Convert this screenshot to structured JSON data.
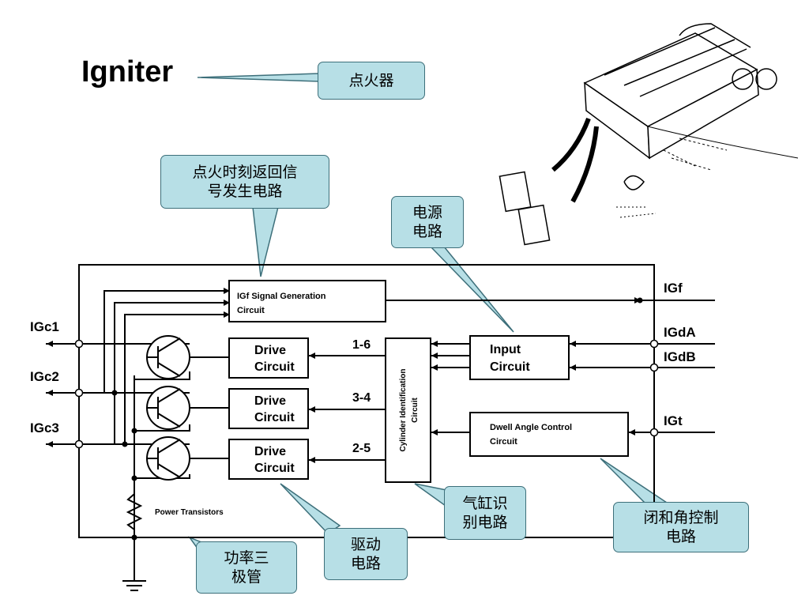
{
  "title": "Igniter",
  "callouts": {
    "igniter": "点火器",
    "igf_gen": "点火时刻返回信\n号发生电路",
    "power": "电源\n电路",
    "cyl_id": "气缸识\n别电路",
    "dwell": "闭和角控制\n电路",
    "drive": "驱动\n电路",
    "transistors": "功率三\n极管"
  },
  "blocks": {
    "igf_gen": [
      "IGf Signal Generation",
      "Circuit"
    ],
    "drive1": [
      "Drive",
      "Circuit"
    ],
    "drive2": [
      "Drive",
      "Circuit"
    ],
    "drive3": [
      "Drive",
      "Circuit"
    ],
    "input": [
      "Input",
      "Circuit"
    ],
    "dwell": [
      "Dwell Angle Control",
      "Circuit"
    ],
    "cyl_id": [
      "Cylinder Identification",
      "Circuit"
    ]
  },
  "signals": {
    "igc1": "IGc1",
    "igc2": "IGc2",
    "igc3": "IGc3",
    "igf": "IGf",
    "igda": "IGdA",
    "igdb": "IGdB",
    "igt": "IGt"
  },
  "pairs": {
    "p1": "1-6",
    "p2": "3-4",
    "p3": "2-5"
  },
  "transistors_label": "Power Transistors",
  "colors": {
    "callout_fill": "#b7dfe6",
    "callout_border": "#3d6f7a"
  }
}
